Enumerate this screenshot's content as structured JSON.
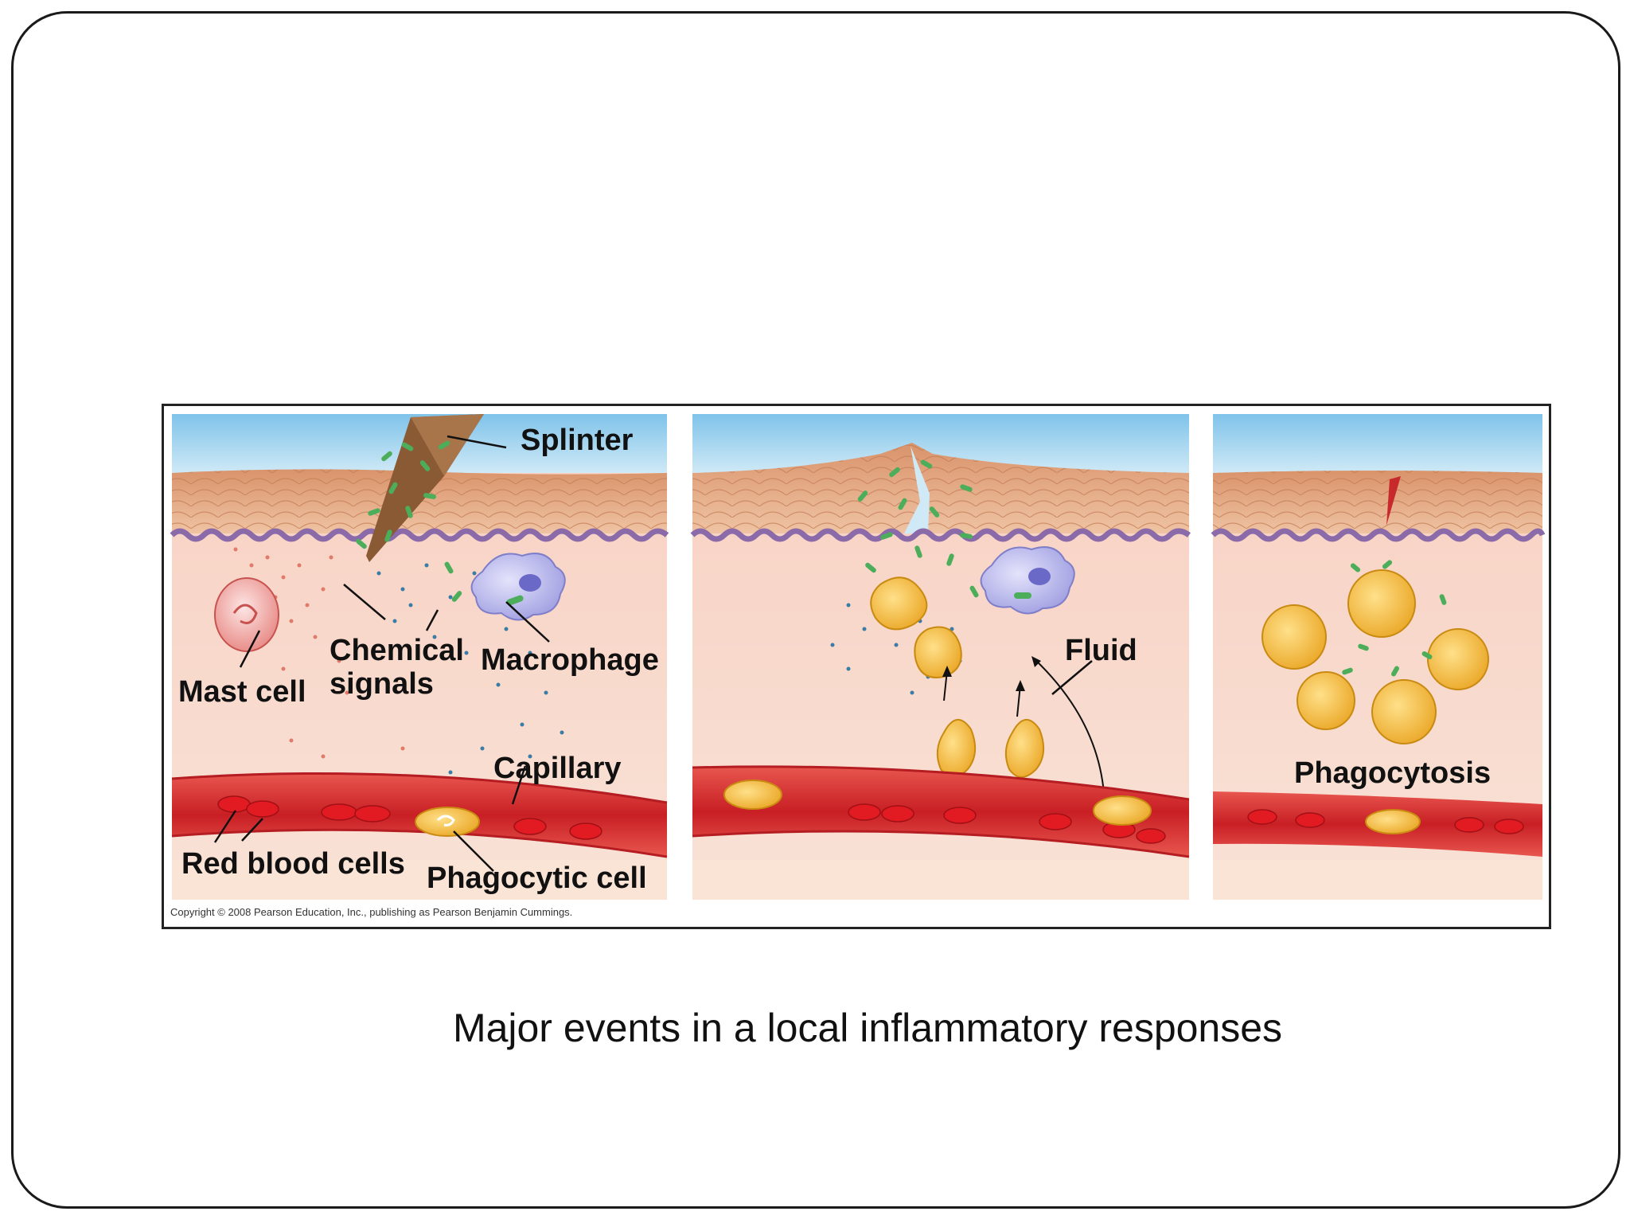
{
  "figure": {
    "panel1": {
      "labels": {
        "splinter": "Splinter",
        "chemical_signals_line1": "Chemical",
        "chemical_signals_line2": "signals",
        "macrophage": "Macrophage",
        "mast_cell": "Mast cell",
        "capillary": "Capillary",
        "red_blood_cells": "Red blood cells",
        "phagocytic_cell": "Phagocytic cell"
      }
    },
    "panel2": {
      "labels": {
        "fluid": "Fluid"
      }
    },
    "panel3": {
      "labels": {
        "phagocytosis": "Phagocytosis"
      }
    },
    "copyright": "Copyright © 2008 Pearson Education, Inc., publishing as Pearson Benjamin Cummings."
  },
  "caption": "Major events in a local inflammatory responses",
  "colors": {
    "sky": "#9ed3ef",
    "epidermis": "#e7b48f",
    "dermis": "#f6d3c3",
    "basement_wave": "#8a6aa8",
    "capillary": "#d9262b",
    "bacteria": "#4cae5a",
    "phagocyte": "#f2b737",
    "macrophage": "#b7b6ea"
  }
}
